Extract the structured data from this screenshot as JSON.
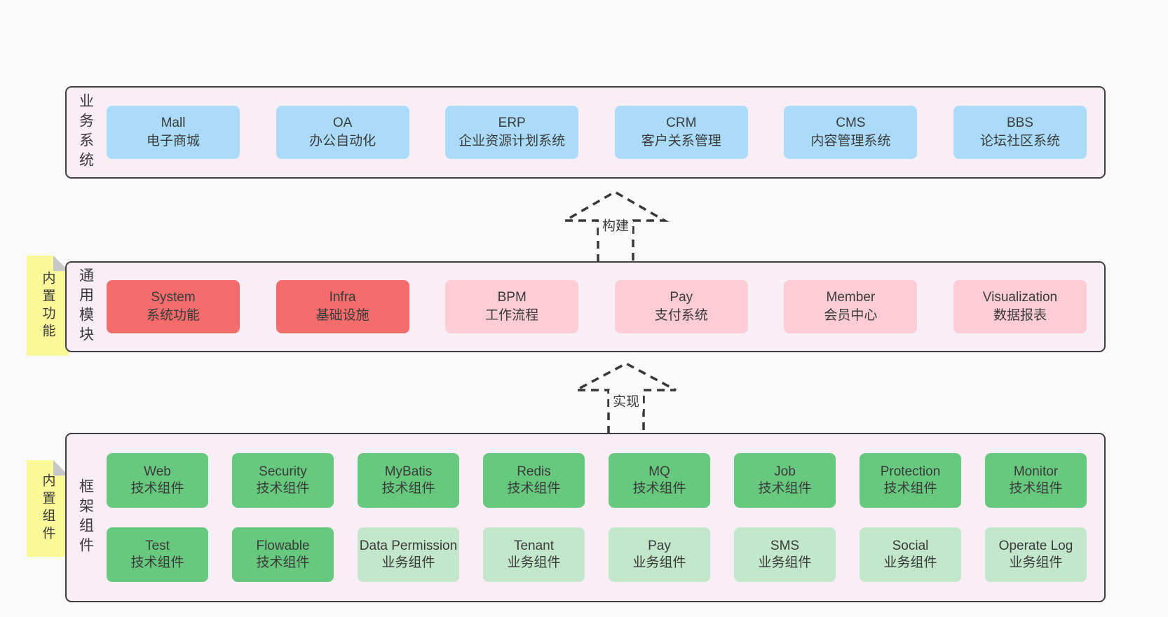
{
  "colors": {
    "page_bg": "#fafafa",
    "panel_bg": "#f9edf6",
    "panel_border": "#3e3e3e",
    "business_box_blue": "#aadcf9",
    "module_core_red": "#f56c6c",
    "module_soft_pink": "#fdccd5",
    "tech_component_green": "#67c97e",
    "biz_component_light_green": "#c3e7cb",
    "sticky_yellow": "#fbf899",
    "text": "#3a3a3a"
  },
  "panels": {
    "business": {
      "label": "业务系统",
      "boxes": [
        {
          "name": "Mall",
          "desc": "电子商城"
        },
        {
          "name": "OA",
          "desc": "办公自动化"
        },
        {
          "name": "ERP",
          "desc": "企业资源计划系统"
        },
        {
          "name": "CRM",
          "desc": "客户关系管理"
        },
        {
          "name": "CMS",
          "desc": "内容管理系统"
        },
        {
          "name": "BBS",
          "desc": "论坛社区系统"
        }
      ]
    },
    "modules": {
      "label": "通用模块",
      "tag": "内置功能",
      "boxes": [
        {
          "name": "System",
          "desc": "系统功能"
        },
        {
          "name": "Infra",
          "desc": "基础设施"
        },
        {
          "name": "BPM",
          "desc": "工作流程"
        },
        {
          "name": "Pay",
          "desc": "支付系统"
        },
        {
          "name": "Member",
          "desc": "会员中心"
        },
        {
          "name": "Visualization",
          "desc": "数据报表"
        }
      ]
    },
    "components": {
      "label": "框架组件",
      "tag": "内置组件",
      "row1": [
        {
          "name": "Web",
          "desc": "技术组件"
        },
        {
          "name": "Security",
          "desc": "技术组件"
        },
        {
          "name": "MyBatis",
          "desc": "技术组件"
        },
        {
          "name": "Redis",
          "desc": "技术组件"
        },
        {
          "name": "MQ",
          "desc": "技术组件"
        },
        {
          "name": "Job",
          "desc": "技术组件"
        },
        {
          "name": "Protection",
          "desc": "技术组件"
        },
        {
          "name": "Monitor",
          "desc": "技术组件"
        }
      ],
      "row2": [
        {
          "name": "Test",
          "desc": "技术组件"
        },
        {
          "name": "Flowable",
          "desc": "技术组件"
        },
        {
          "name": "Data Permission",
          "desc": "业务组件"
        },
        {
          "name": "Tenant",
          "desc": "业务组件"
        },
        {
          "name": "Pay",
          "desc": "业务组件"
        },
        {
          "name": "SMS",
          "desc": "业务组件"
        },
        {
          "name": "Social",
          "desc": "业务组件"
        },
        {
          "name": "Operate Log",
          "desc": "业务组件"
        }
      ]
    }
  },
  "arrows": {
    "build": "构建",
    "implement": "实现"
  }
}
